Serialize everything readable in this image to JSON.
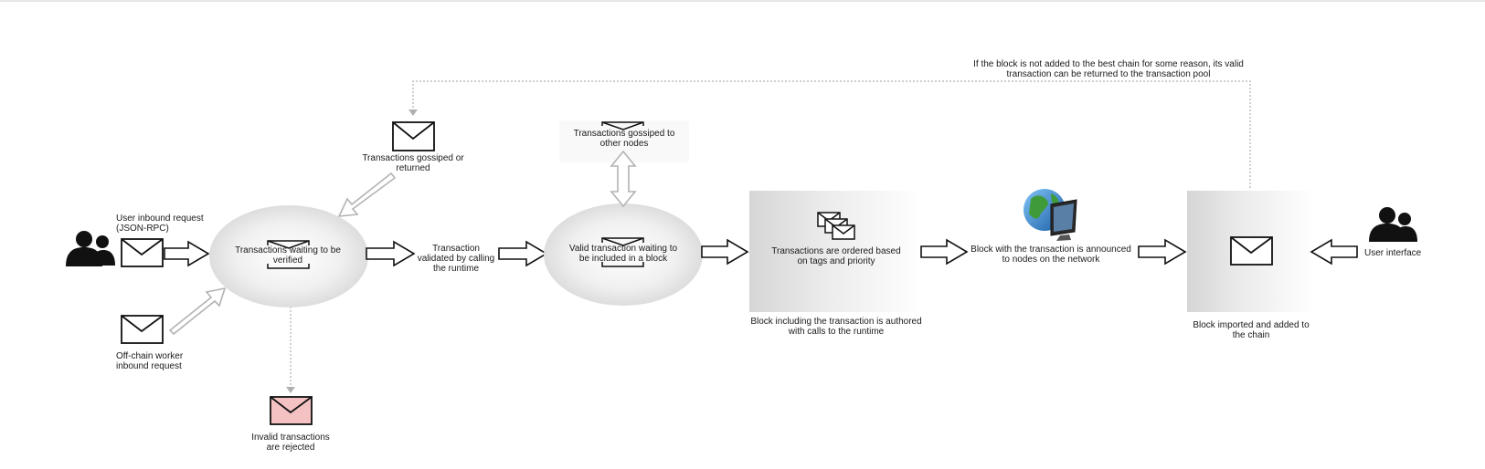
{
  "note": {
    "line1": "If the block is not added to the best chain for some reason, its valid",
    "line2": "transaction can be returned to the transaction pool"
  },
  "gossiped_returned": {
    "line1": "Transactions gossiped or",
    "line2": "returned"
  },
  "gossiped_other": {
    "line1": "Transactions gossiped to",
    "line2": "other nodes"
  },
  "user_inbound": {
    "line1": "User inbound request",
    "line2": "(JSON-RPC)"
  },
  "offchain": {
    "line1": "Off-chain worker",
    "line2": "inbound request"
  },
  "pool_waiting": {
    "line1": "Transactions waiting to be",
    "line2": "verified"
  },
  "validated": {
    "line1": "Transaction",
    "line2": "validated by calling",
    "line3": "the runtime"
  },
  "valid_waiting": {
    "line1": "Valid transaction waiting to",
    "line2": "be included in a block"
  },
  "ordered": {
    "line1": "Transactions are ordered based",
    "line2": "on tags and priority"
  },
  "authored": {
    "line1": "Block including the transaction is authored",
    "line2": "with calls to the runtime"
  },
  "announced": {
    "line1": "Block with the transaction is announced",
    "line2": "to nodes on the network"
  },
  "imported": {
    "line1": "Block imported and added to",
    "line2": "the chain"
  },
  "user_interface": {
    "label": "User interface"
  },
  "invalid": {
    "line1": "Invalid transactions",
    "line2": "are rejected"
  },
  "colors": {
    "stroke": "#111111",
    "reject_fill": "#f4c2c2",
    "dotted": "#aaaaaa"
  }
}
